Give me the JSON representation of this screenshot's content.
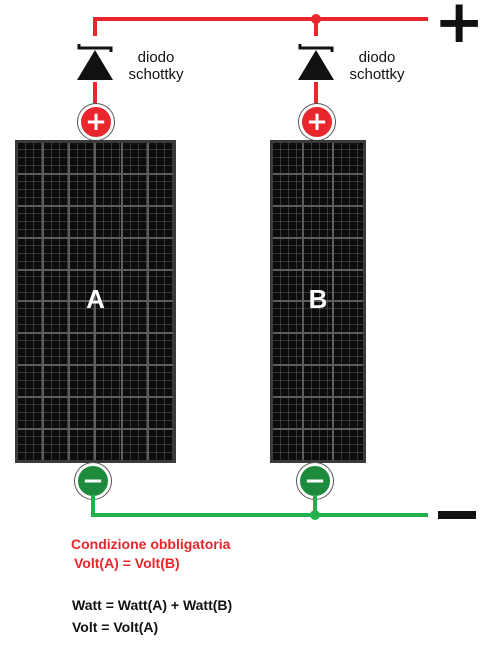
{
  "diagram": {
    "positive_sign": "+",
    "negative_sign": "−",
    "diode_a_label": [
      "diodo",
      "schottky"
    ],
    "diode_b_label": [
      "diodo",
      "schottky"
    ],
    "terminal_plus": "+",
    "terminal_minus": "−",
    "panel_a_label": "A",
    "panel_b_label": "B",
    "condition_title": "Condizione obbligatoria",
    "condition_rule": "Volt(A) = Volt(B)",
    "formula_watt": "Watt = Watt(A) + Watt(B)",
    "formula_volt": "Volt = Volt(A)",
    "colors": {
      "positive_wire": "#e8262c",
      "negative_wire": "#22b14c"
    },
    "panel_a_cells": {
      "columns": 6,
      "rows": 10
    },
    "panel_b_cells": {
      "columns": 3,
      "rows": 10
    }
  }
}
